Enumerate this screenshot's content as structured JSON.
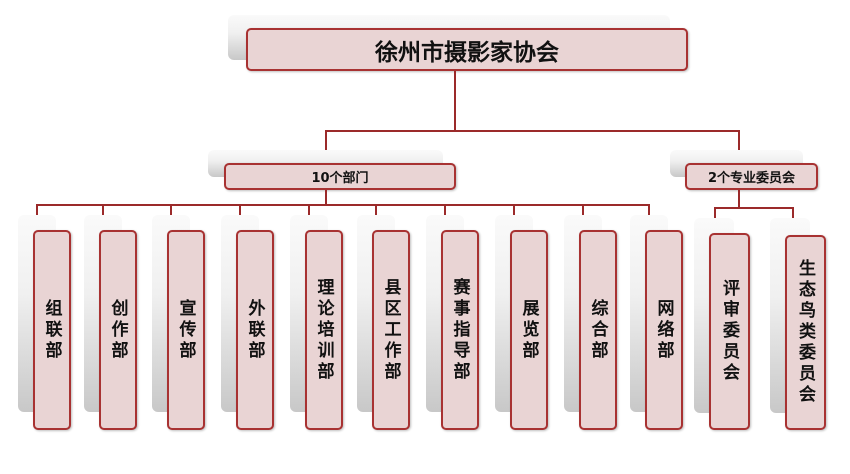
{
  "title": "徐州市摄影家协会",
  "groups": [
    {
      "label": "10个部门",
      "items": [
        "组联部",
        "创作部",
        "宣传部",
        "外联部",
        "理论培训部",
        "县区工作部",
        "赛事指导部",
        "展览部",
        "综合部",
        "网络部"
      ]
    },
    {
      "label": "2个专业委员会",
      "items": [
        "评审委员会",
        "生态鸟类委员会"
      ]
    }
  ],
  "colors": {
    "fill": "#e9d4d4",
    "border": "#a83232",
    "line": "#9b2a2a"
  }
}
